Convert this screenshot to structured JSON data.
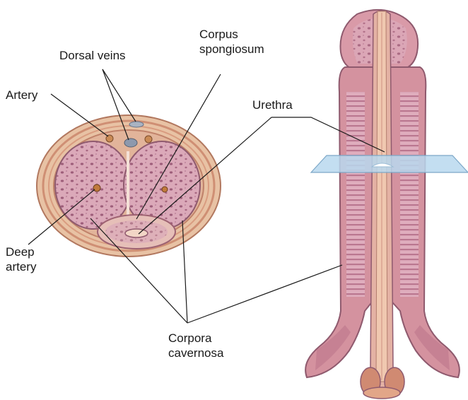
{
  "labels": {
    "dorsal_veins": "Dorsal veins",
    "corpus_spongiosum": [
      "Corpus",
      "spongiosum"
    ],
    "artery": "Artery",
    "urethra": "Urethra",
    "deep_artery": [
      "Deep",
      "artery"
    ],
    "corpora_cavernosa": [
      "Corpora",
      "cavernosa"
    ]
  },
  "colors": {
    "sheath": "#e8c2a4",
    "sheath_band": "#cf8f74",
    "tissue": "#dba9b9",
    "tissue_spots": "#9e5e7a",
    "plane": "#b9d8ee",
    "urethra_core": "#f0c8b0",
    "leader_line": "#1a1a1a"
  }
}
